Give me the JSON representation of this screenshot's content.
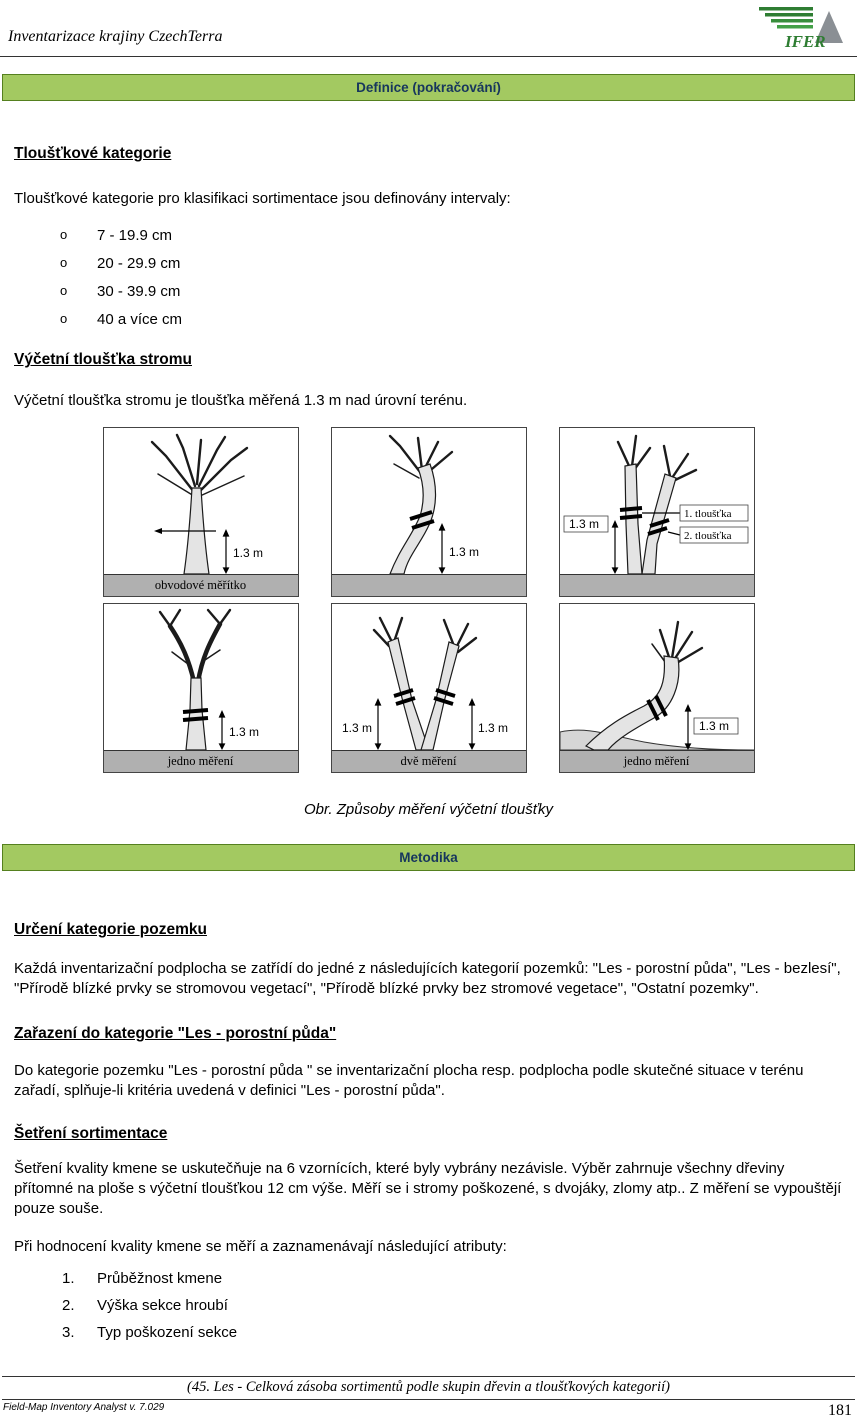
{
  "page": {
    "header_title": "Inventarizace krajiny CzechTerra",
    "logo_text": "IFER",
    "page_number": "181",
    "footer_caption": "(45. Les - Celková zásoba sortimentů podle skupin dřevin a tloušťkových kategorií)",
    "footer_app": "Field-Map Inventory Analyst v. 7.029"
  },
  "banners": {
    "definice": "Definice (pokračování)",
    "metodika": "Metodika"
  },
  "definice": {
    "bullet": "o",
    "s1_title": "Tloušťkové kategorie",
    "s1_intro": "Tloušťkové kategorie pro klasifikaci sortimentace jsou definovány intervaly:",
    "s1_items": [
      "7 - 19.9 cm",
      "20 - 29.9 cm",
      "30 - 39.9 cm",
      "40 a více cm"
    ],
    "s2_title": "Výčetní tloušťka stromu",
    "s2_text": "Výčetní tloušťka stromu je tloušťka měřená 1.3 m nad úrovní terénu.",
    "figure_caption": "Obr. Způsoby měření výčetní tloušťky",
    "diagrams": [
      {
        "label": "obvodové měřítko",
        "measure": "1.3 m"
      },
      {
        "label": "",
        "measure": "1.3 m"
      },
      {
        "label": "",
        "measure": "1.3 m",
        "note1": "1. tloušťka",
        "note2": "2. tloušťka"
      },
      {
        "label": "jedno měření",
        "measure": "1.3 m"
      },
      {
        "label": "dvě měření",
        "measure": "1.3 m",
        "measure2": "1.3 m"
      },
      {
        "label": "jedno měření",
        "measure": "1.3 m"
      }
    ]
  },
  "metodika": {
    "s1_title": "Určení kategorie pozemku",
    "s1_text": "Každá inventarizační podplocha se zatřídí do jedné z následujících kategorií pozemků: \"Les - porostní půda\", \"Les - bezlesí\", \"Přírodě blízké prvky se stromovou vegetací\", \"Přírodě blízké prvky bez stromové vegetace\", \"Ostatní pozemky\".",
    "s2_title": "Zařazení do kategorie \"Les - porostní půda\"",
    "s2_text": "Do kategorie pozemku \"Les - porostní půda \" se inventarizační plocha resp. podplocha podle skutečné situace v terénu zařadí, splňuje-li kritéria uvedená v definici \"Les - porostní půda\".",
    "s3_title": "Šetření sortimentace",
    "s3_text": "Šetření kvality kmene se uskutečňuje na 6 vzornících, které byly vybrány nezávisle. Výběr zahrnuje všechny dřeviny přítomné na ploše s výčetní tloušťkou 12 cm výše. Měří se i stromy poškozené, s dvojáky, zlomy atp.. Z měření se vypouštějí pouze souše.",
    "s4_text": "Při hodnocení kvality kmene se měří a zaznamenávají následující atributy:",
    "s4_items": [
      {
        "num": "1.",
        "text": "Průběžnost kmene"
      },
      {
        "num": "2.",
        "text": "Výška sekce hroubí"
      },
      {
        "num": "3.",
        "text": "Typ poškození sekce"
      }
    ]
  }
}
